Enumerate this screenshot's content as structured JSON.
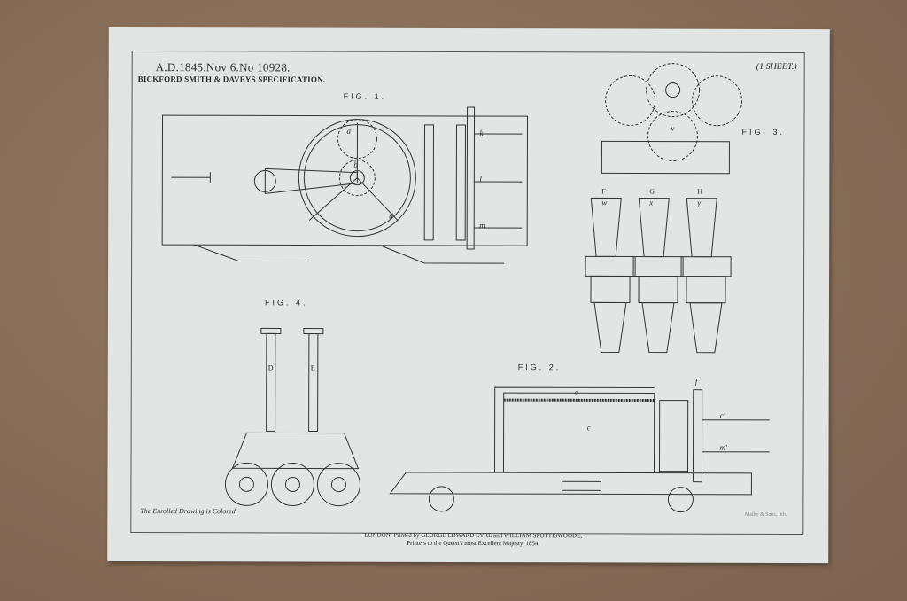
{
  "header": {
    "title": "A.D.1845.Nov 6.No 10928.",
    "subtitle": "BICKFORD SMITH & DAVEYS SPECIFICATION.",
    "sheet": "(1 SHEET.)"
  },
  "figures": {
    "fig1": "FIG. 1.",
    "fig2": "FIG. 2.",
    "fig3": "FIG. 3.",
    "fig4": "FIG. 4."
  },
  "letters": {
    "a": "a",
    "b": "b",
    "d": "d",
    "k": "k",
    "l": "l",
    "m": "m",
    "v": "v",
    "w": "w",
    "x": "x",
    "y": "y",
    "F": "F",
    "G": "G",
    "H": "H",
    "D": "D",
    "E": "E",
    "c": "c",
    "e": "e",
    "f": "f",
    "c2": "c'",
    "m2": "m'"
  },
  "notes": {
    "enrolled": "The Enrolled Drawing is Colored.",
    "engraver": "Malby & Sons, lith."
  },
  "footer": {
    "line1": "LONDON: Printed by GEORGE EDWARD EYRE and WILLIAM SPOTTISWOODE,",
    "line2": "Printers to the Queen's most Excellent Majesty. 1854."
  }
}
